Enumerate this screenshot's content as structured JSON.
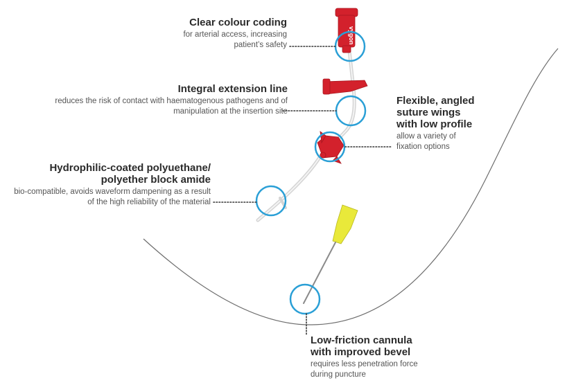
{
  "colors": {
    "accent_ring": "#2a9fd6",
    "red": "#d3212c",
    "red_dark": "#a8161f",
    "yellow": "#e9e93a",
    "curve": "#6d6d6d",
    "text_dark": "#2b2b2b",
    "text_muted": "#555555"
  },
  "brand_text": "vygon",
  "callouts": [
    {
      "id": "colour-coding",
      "title": "Clear colour coding",
      "desc": [
        "for arterial access, increasing",
        "patient’s safety"
      ]
    },
    {
      "id": "extension-line",
      "title": "Integral extension line",
      "desc": [
        "reduces the risk of contact with haematogenous pathogens and of",
        "manipulation at the insertion site"
      ]
    },
    {
      "id": "suture-wings",
      "title": "Flexible, angled suture wings with low profile",
      "title_lines": [
        "Flexible, angled",
        "suture wings",
        "with low profile"
      ],
      "desc": [
        "allow a variety of",
        "fixation options"
      ]
    },
    {
      "id": "coating",
      "title_lines": [
        "Hydrophilic-coated polyuethane/",
        "polyether block amide"
      ],
      "desc": [
        "bio-compatible, avoids waveform dampening as a result",
        "of the high reliability of the material"
      ]
    },
    {
      "id": "cannula",
      "title_lines": [
        "Low-friction cannula",
        "with improved bevel"
      ],
      "desc": [
        "requires less penetration force",
        "during puncture"
      ]
    }
  ]
}
